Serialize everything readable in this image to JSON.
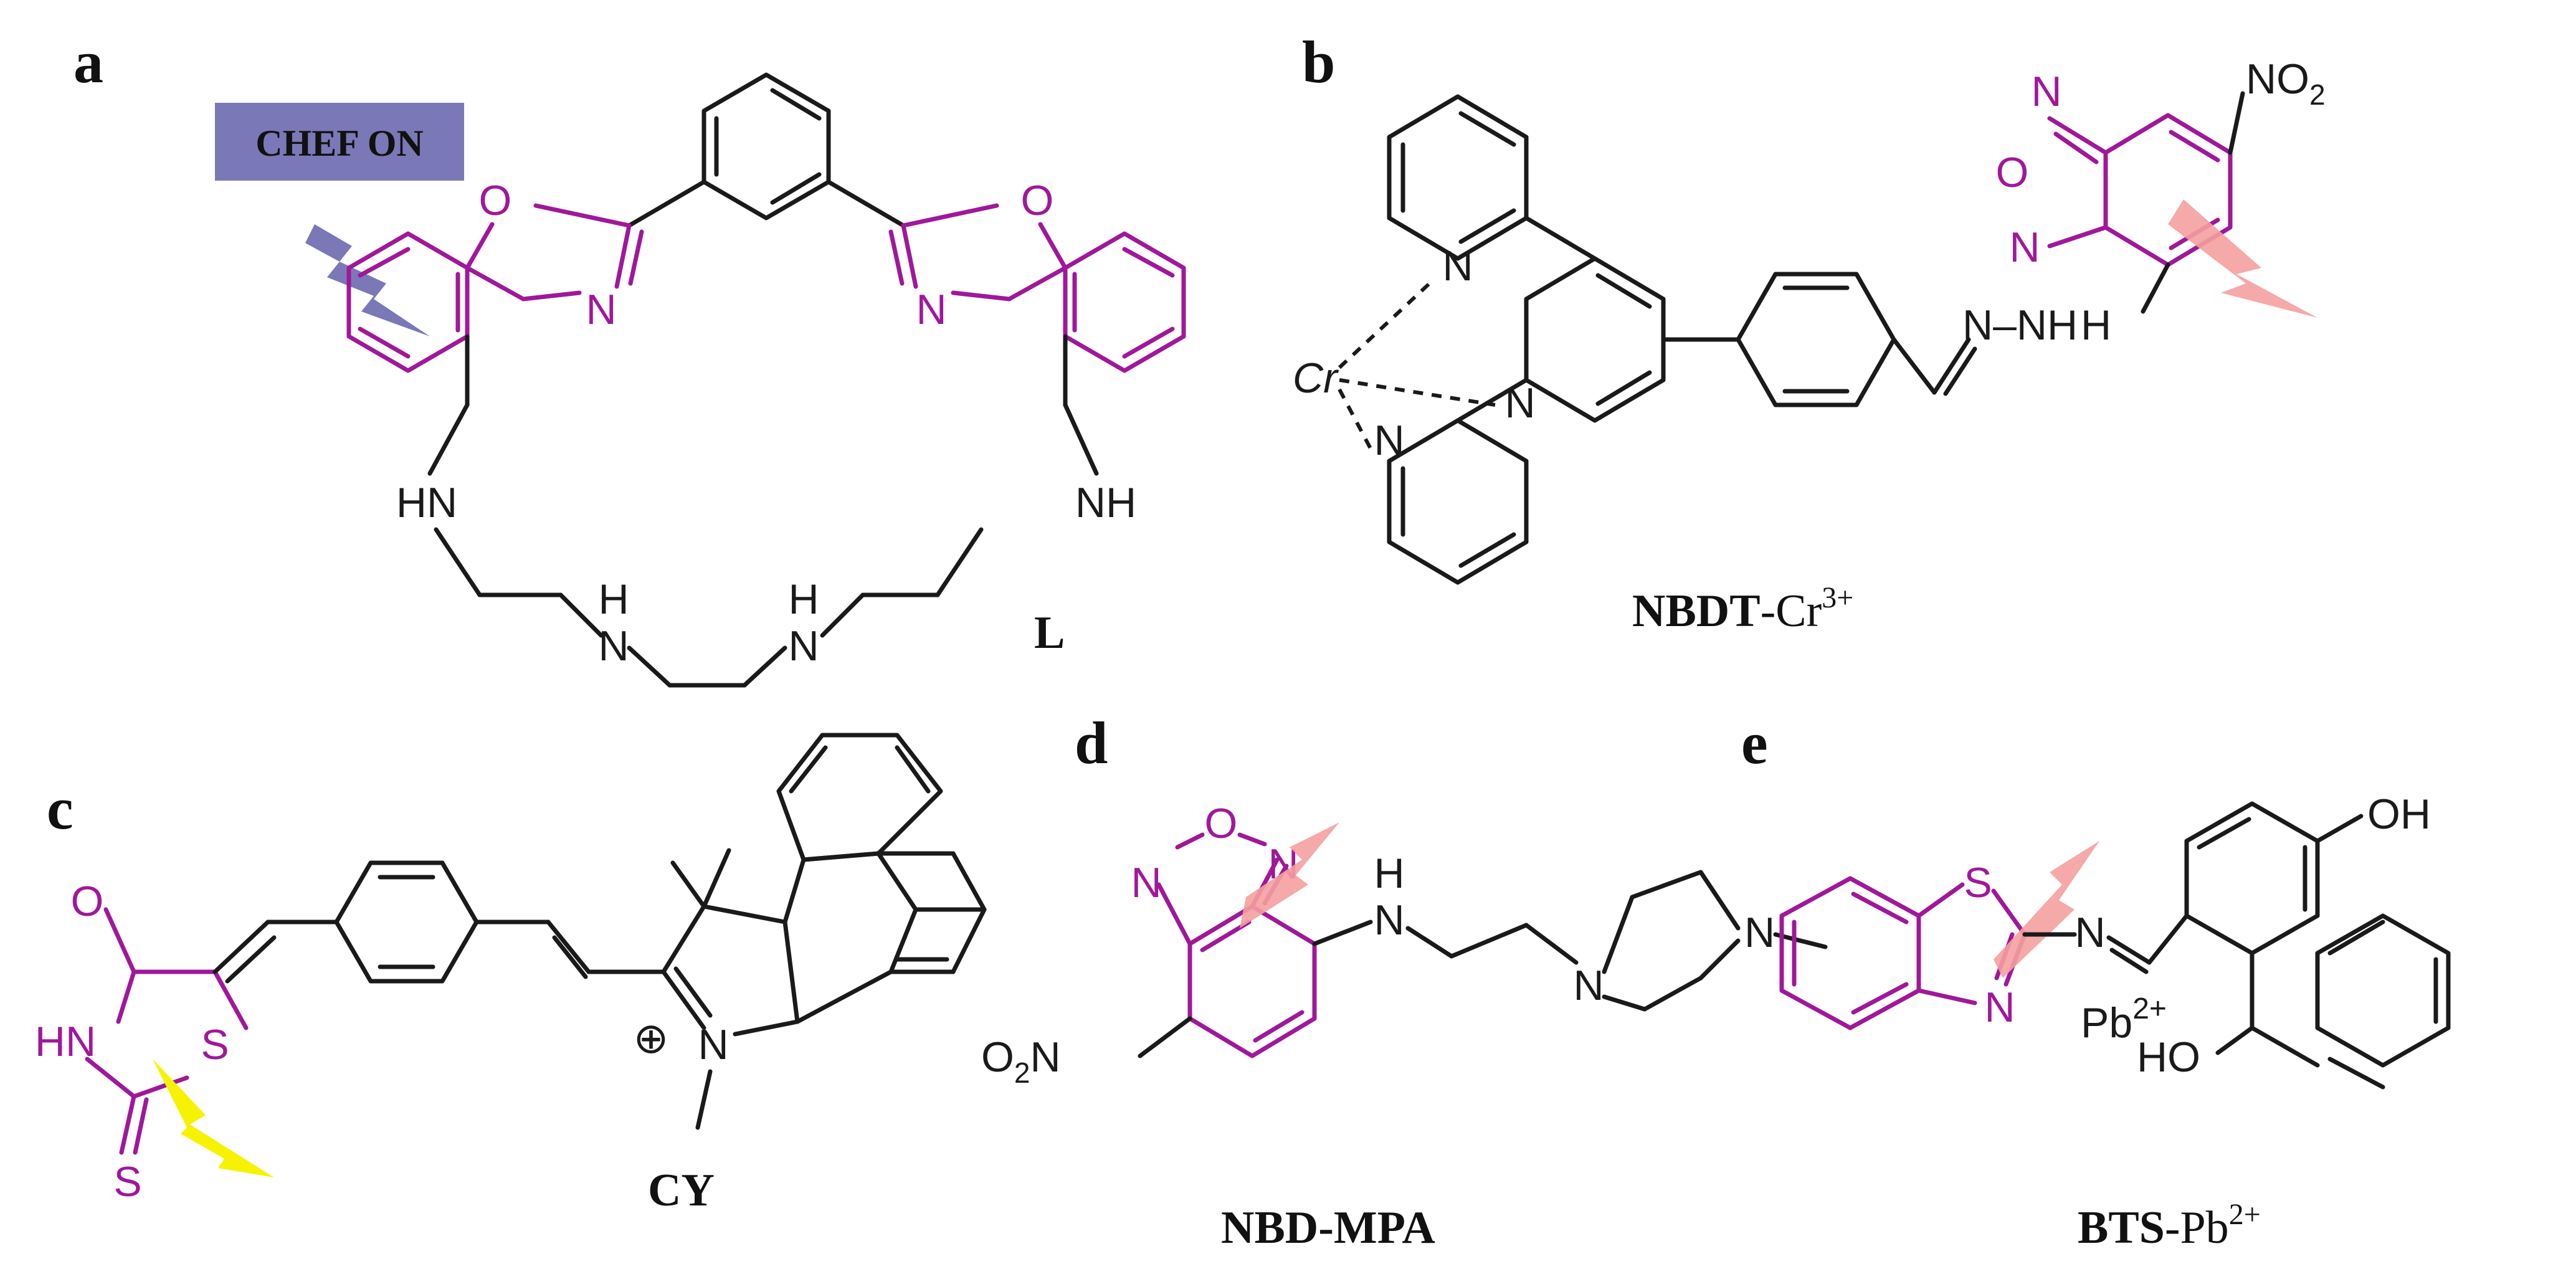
{
  "colors": {
    "black": "#1a1a1a",
    "magenta": "#a0189a",
    "chef_box": "#7b78b8",
    "bolt_purple": "#7b78b8",
    "bolt_pink": "#f4a0a0",
    "bolt_yellow": "#f6f200"
  },
  "panels": {
    "a": {
      "letter": "a",
      "badge": "CHEF ON",
      "name": "L",
      "atoms": {
        "o1": "O",
        "o2": "O",
        "n1": "N",
        "n2": "N",
        "hn_left": "HN",
        "nh_right": "NH",
        "nh_mid1": "N",
        "nh_mid2": "N",
        "h1": "H",
        "h2": "H"
      }
    },
    "b": {
      "letter": "b",
      "name_bold": "NBDT",
      "name_rest": "-Cr",
      "name_sup": "3+",
      "metal": "Cr",
      "atoms": {
        "n_top": "N",
        "n_mid": "N",
        "n_bot": "N",
        "ox_n_top": "N",
        "ox_o": "O",
        "ox_n_bot": "N",
        "no2": "NO",
        "no2_sub": "2",
        "hydrazone": "N–NH"
      }
    },
    "c": {
      "letter": "c",
      "name": "CY",
      "atoms": {
        "o": "O",
        "hn": "HN",
        "s_ring": "S",
        "s_thione": "S",
        "n_plus": "N",
        "plus": "⊕"
      }
    },
    "d": {
      "letter": "d",
      "name": "NBD-MPA",
      "atoms": {
        "ox_o": "O",
        "ox_n_left": "N",
        "ox_n_right": "N",
        "nh_h": "H",
        "nh_n": "N",
        "pip_n1": "N",
        "pip_n2": "N",
        "o2n": "O",
        "o2n_sub": "2",
        "o2n_n": "N"
      }
    },
    "e": {
      "letter": "e",
      "name_bold": "BTS",
      "name_rest": "-Pb",
      "name_sup": "2+",
      "metal": "Pb",
      "metal_sup": "2+",
      "atoms": {
        "s": "S",
        "n_ring": "N",
        "n_imine": "N",
        "oh_top": "OH",
        "ho_bot": "HO"
      }
    }
  }
}
